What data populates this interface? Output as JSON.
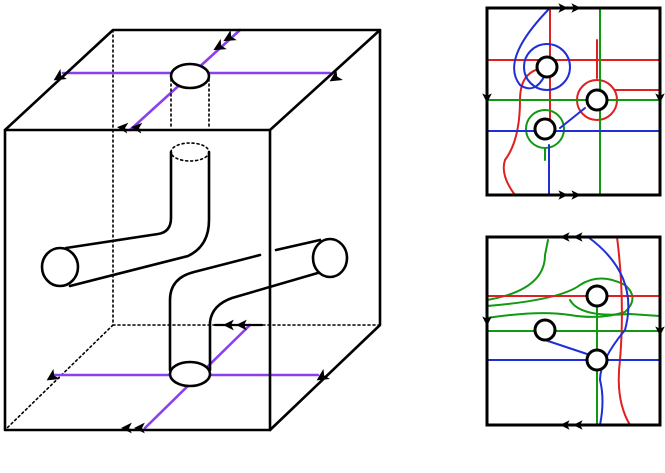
{
  "colors": {
    "stroke": "#000000",
    "purple": "#8a3ff0",
    "red": "#e02020",
    "green": "#129912",
    "blue": "#1f2fd6",
    "background": "#ffffff"
  },
  "icons": {
    "arrowhead": "arrowhead-icon",
    "puncture": "puncture-circle-icon"
  },
  "figure": {
    "cube_panel": "3d-box-with-tubes",
    "square_panels": [
      "square-diagram-top",
      "square-diagram-bottom"
    ]
  }
}
